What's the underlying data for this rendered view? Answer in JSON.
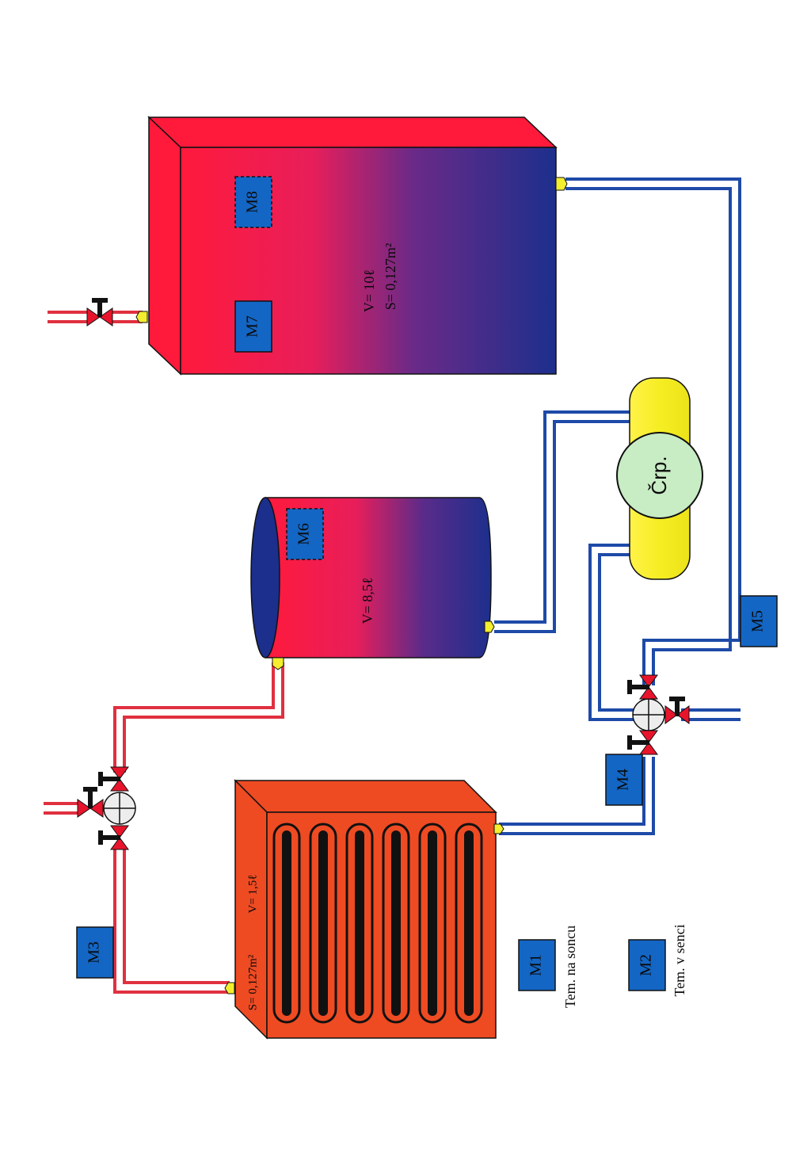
{
  "sensors": {
    "m1": "M1",
    "m2": "M2",
    "m3": "M3",
    "m4": "M4",
    "m5": "M5",
    "m6": "M6",
    "m7": "M7",
    "m8": "M8"
  },
  "collector": {
    "volume": "V= 1,5ℓ",
    "surface": "S= 0,127m²"
  },
  "middle_tank": {
    "volume": "V= 8,5ℓ"
  },
  "top_tank": {
    "volume": "V= 10ℓ",
    "surface": "S= 0,127m²"
  },
  "pump": {
    "label": "Črp."
  },
  "legend": {
    "m1_desc": "Tem. na soncu",
    "m2_desc": "Tem. v senci"
  },
  "colors": {
    "hot": "#e8173a",
    "cold": "#1c2f8c",
    "collector": "#ee4b23",
    "sensor": "#1466c4",
    "pump_body": "#f3ee2e",
    "pump_motor": "#c8ecc4",
    "pipe_hot": "#e03040",
    "pipe_cold": "#1e4aa8",
    "fitting": "#f3ee2e"
  }
}
